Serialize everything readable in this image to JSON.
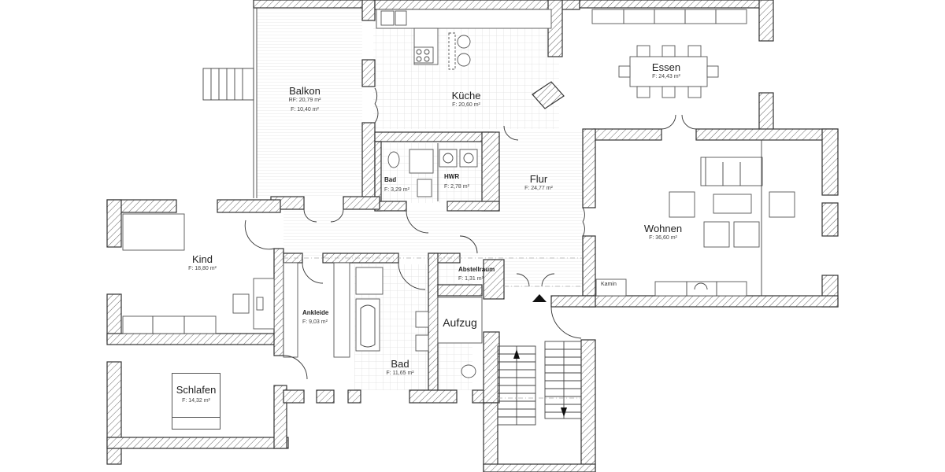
{
  "plan": {
    "type": "floor plan",
    "rooms": [
      {
        "id": "balkon",
        "name": "Balkon",
        "area_lines": [
          "RF: 20,79 m²",
          "F:   10,40 m²"
        ]
      },
      {
        "id": "kueche",
        "name": "Küche",
        "area": "F: 20,60 m²"
      },
      {
        "id": "essen",
        "name": "Essen",
        "area": "F: 24,43 m²"
      },
      {
        "id": "bad_small",
        "name": "Bad",
        "area": "F: 3,29 m²"
      },
      {
        "id": "hwr",
        "name": "HWR",
        "area": "F: 2,78 m²"
      },
      {
        "id": "flur",
        "name": "Flur",
        "area": "F: 24,77 m²"
      },
      {
        "id": "wohnen",
        "name": "Wohnen",
        "area": "F: 36,60 m²"
      },
      {
        "id": "kind",
        "name": "Kind",
        "area": "F: 18,80 m²"
      },
      {
        "id": "abstellraum",
        "name": "Abstellraum",
        "area": "F:   1,31 m²"
      },
      {
        "id": "ankleide",
        "name": "Ankleide",
        "area": "F: 9,03 m²"
      },
      {
        "id": "bad_large",
        "name": "Bad",
        "area": "F: 11,65 m²"
      },
      {
        "id": "schlafen",
        "name": "Schlafen",
        "area": "F: 14,32 m²"
      },
      {
        "id": "aufzug",
        "name": "Aufzug"
      }
    ],
    "annotations": {
      "kamin": "Kamin"
    },
    "colors": {
      "wall_stroke": "#333333",
      "hatch": "#555555",
      "tile_grid": "#e3e3e3",
      "background": "#ffffff"
    }
  }
}
